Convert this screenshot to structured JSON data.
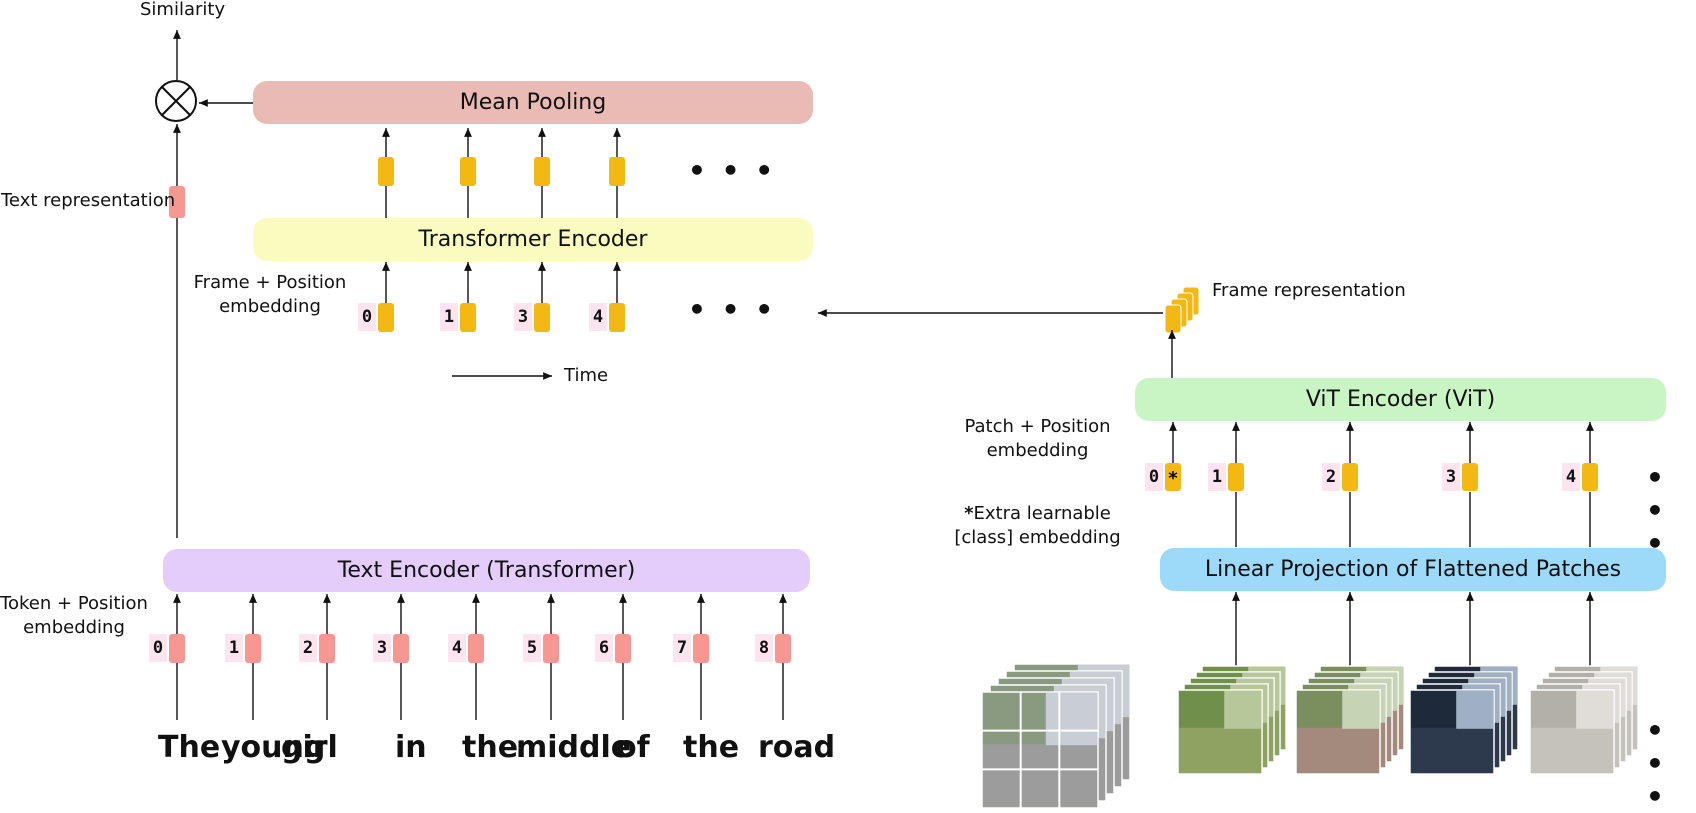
{
  "labels": {
    "similarity": "Similarity",
    "text_representation": "Text representation",
    "frame_position_1": "Frame + Position",
    "frame_position_2": "embedding",
    "time": "Time",
    "frame_representation": "Frame representation",
    "patch_position_1": "Patch + Position",
    "patch_position_2": "embedding",
    "extra_star": "*",
    "extra_1": "Extra learnable",
    "extra_2": "[class] embedding",
    "token_position_1": "Token + Position",
    "token_position_2": "embedding",
    "ellipsis": "• • •"
  },
  "boxes": {
    "mean_pooling": "Mean Pooling",
    "transformer_encoder": "Transformer Encoder",
    "text_encoder": "Text Encoder (Transformer)",
    "vit_encoder": "ViT Encoder (ViT)",
    "linear_projection": "Linear Projection of Flattened Patches"
  },
  "frame_indices": [
    "0",
    "1",
    "3",
    "4"
  ],
  "patch_indices": [
    "0",
    "1",
    "2",
    "3",
    "4"
  ],
  "token_indices": [
    "0",
    "1",
    "2",
    "3",
    "4",
    "5",
    "6",
    "7",
    "8"
  ],
  "words": [
    "The",
    "young",
    "girl",
    "in",
    "the",
    "middle",
    "of",
    "the",
    "road"
  ],
  "colors": {
    "token": "#f79791",
    "frame": "#f3b811",
    "mean_pooling": "#e9bbb4",
    "transformer_encoder": "#fafbbe",
    "text_encoder": "#e5cdfb",
    "vit_encoder": "#c9f4c3",
    "linear_projection": "#9dd9f8"
  }
}
